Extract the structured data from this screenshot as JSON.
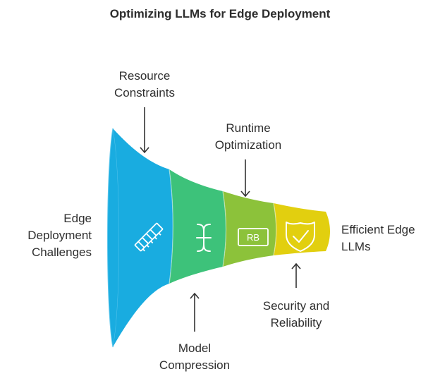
{
  "title": "Optimizing LLMs for Edge Deployment",
  "start_label": [
    "Edge",
    "Deployment",
    "Challenges"
  ],
  "end_label": [
    "Efficient Edge",
    "LLMs"
  ],
  "stages": [
    {
      "name": "Resource Constraints",
      "label": [
        "Resource",
        "Constraints"
      ],
      "color": "#19ace0",
      "icon": "memory-chip-icon",
      "callout": "top"
    },
    {
      "name": "Model Compression",
      "label": [
        "Model",
        "Compression"
      ],
      "color": "#3dc27a",
      "icon": "compress-icon",
      "callout": "bottom"
    },
    {
      "name": "Runtime Optimization",
      "label": [
        "Runtime",
        "Optimization"
      ],
      "color": "#8cc23a",
      "icon": "rb-badge-icon",
      "icon_text": "RB",
      "callout": "top"
    },
    {
      "name": "Security and Reliability",
      "label": [
        "Security and",
        "Reliability"
      ],
      "color": "#e2cf0f",
      "icon": "shield-check-icon",
      "callout": "bottom"
    }
  ],
  "colors": {
    "funnel_mouth": "#19ace0",
    "funnel_mouth_rim": "#5cc6ec",
    "arrow": "#333333",
    "icon_stroke": "#ffffff",
    "text": "#2f2f2f"
  }
}
